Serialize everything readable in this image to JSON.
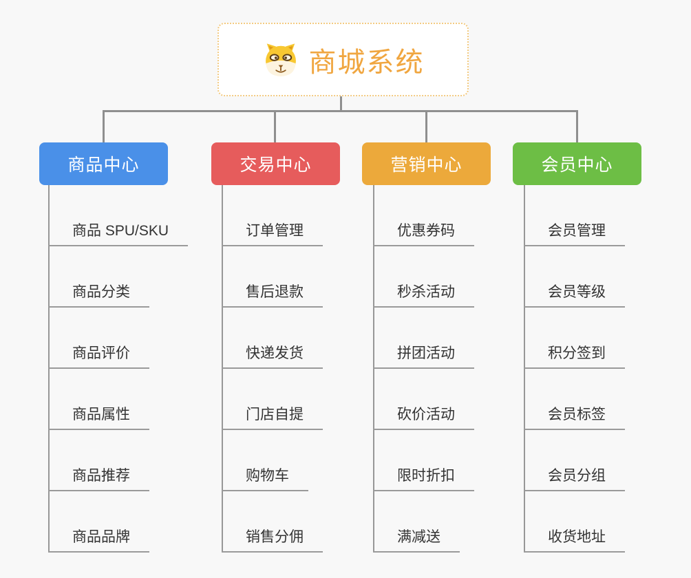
{
  "page": {
    "background_color": "#f8f8f8",
    "connector_color": "#8f8f8f"
  },
  "root": {
    "label": "商城系统",
    "icon": "dog-face-icon",
    "text_color": "#f0a640",
    "border_color": "#f3ca80"
  },
  "branches": [
    {
      "label": "商品中心",
      "color": "#4a90e8",
      "children": [
        "商品 SPU/SKU",
        "商品分类",
        "商品评价",
        "商品属性",
        "商品推荐",
        "商品品牌"
      ]
    },
    {
      "label": "交易中心",
      "color": "#e65c5c",
      "children": [
        "订单管理",
        "售后退款",
        "快递发货",
        "门店自提",
        "购物车",
        "销售分佣"
      ]
    },
    {
      "label": "营销中心",
      "color": "#eca93b",
      "children": [
        "优惠券码",
        "秒杀活动",
        "拼团活动",
        "砍价活动",
        "限时折扣",
        "满减送"
      ]
    },
    {
      "label": "会员中心",
      "color": "#6dbe45",
      "children": [
        "会员管理",
        "会员等级",
        "积分签到",
        "会员标签",
        "会员分组",
        "收货地址"
      ]
    }
  ]
}
